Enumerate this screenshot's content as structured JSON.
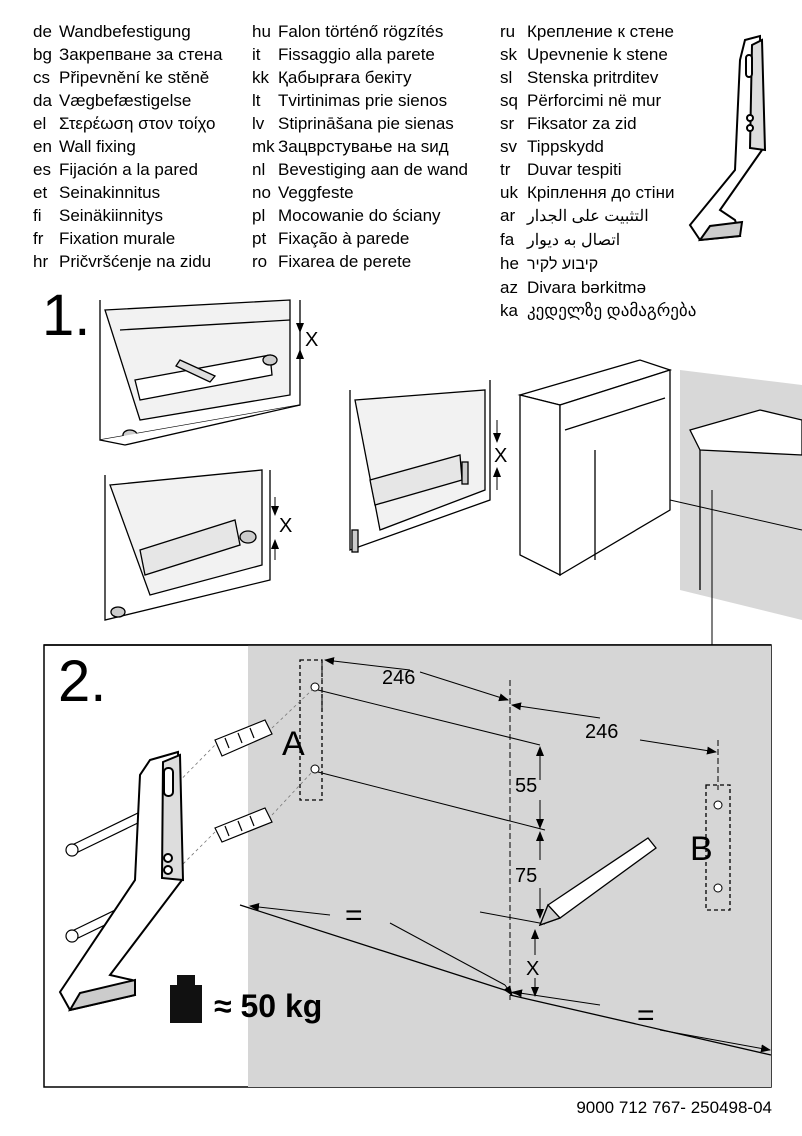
{
  "languages_col1": [
    {
      "code": "de",
      "text": "Wandbefestigung"
    },
    {
      "code": "bg",
      "text": "Закрепване за стена"
    },
    {
      "code": "cs",
      "text": "Připevnění ke stěně"
    },
    {
      "code": "da",
      "text": "Vægbefæstigelse"
    },
    {
      "code": "el",
      "text": "Στερέωση στον τοίχο"
    },
    {
      "code": "en",
      "text": "Wall fixing"
    },
    {
      "code": "es",
      "text": "Fijación a la pared"
    },
    {
      "code": "et",
      "text": "Seinakinnitus"
    },
    {
      "code": "fi",
      "text": "Seinäkiinnitys"
    },
    {
      "code": "fr",
      "text": "Fixation murale"
    },
    {
      "code": "hr",
      "text": "Pričvršćenje na zidu"
    }
  ],
  "languages_col2": [
    {
      "code": "hu",
      "text": "Falon történő rögzítés"
    },
    {
      "code": "it",
      "text": "Fissaggio alla parete"
    },
    {
      "code": "kk",
      "text": "Қабырғаға бекіту"
    },
    {
      "code": "lt",
      "text": "Tvirtinimas prie sienos"
    },
    {
      "code": "lv",
      "text": "Stiprināšana pie sienas"
    },
    {
      "code": "mk",
      "text": "Зацврстување на ѕид"
    },
    {
      "code": "nl",
      "text": "Bevestiging aan de wand"
    },
    {
      "code": "no",
      "text": "Veggfeste"
    },
    {
      "code": "pl",
      "text": "Mocowanie do ściany"
    },
    {
      "code": "pt",
      "text": "Fixação à parede"
    },
    {
      "code": "ro",
      "text": "Fixarea de perete"
    }
  ],
  "languages_col3": [
    {
      "code": "ru",
      "text": "Крепление к стене"
    },
    {
      "code": "sk",
      "text": "Upevnenie k stene"
    },
    {
      "code": "sl",
      "text": "Stenska pritrditev"
    },
    {
      "code": "sq",
      "text": "Përforcimi në mur"
    },
    {
      "code": "sr",
      "text": "Fiksator za zid"
    },
    {
      "code": "sv",
      "text": "Tippskydd"
    },
    {
      "code": "tr",
      "text": "Duvar tespiti"
    },
    {
      "code": "uk",
      "text": "Кріплення до стіни"
    },
    {
      "code": "ar",
      "text": "التثبيت على الجدار"
    },
    {
      "code": "fa",
      "text": "اتصال به ديوار"
    },
    {
      "code": "he",
      "text": "קיבוע לקיר"
    },
    {
      "code": "az",
      "text": "Divara bərkitmə"
    },
    {
      "code": "ka",
      "text": "კედელზე დამაგრება"
    }
  ],
  "step1": {
    "number": "1.",
    "dim_label": "X"
  },
  "step2": {
    "number": "2.",
    "dim_246_a": "246",
    "dim_246_b": "246",
    "dim_55": "55",
    "dim_75": "75",
    "dim_x": "X",
    "label_a": "A",
    "label_b": "B",
    "equal_left": "=",
    "equal_right": "=",
    "weight": "≈ 50 kg"
  },
  "footer": {
    "doc_number": "9000 712 767- 250498-04"
  }
}
